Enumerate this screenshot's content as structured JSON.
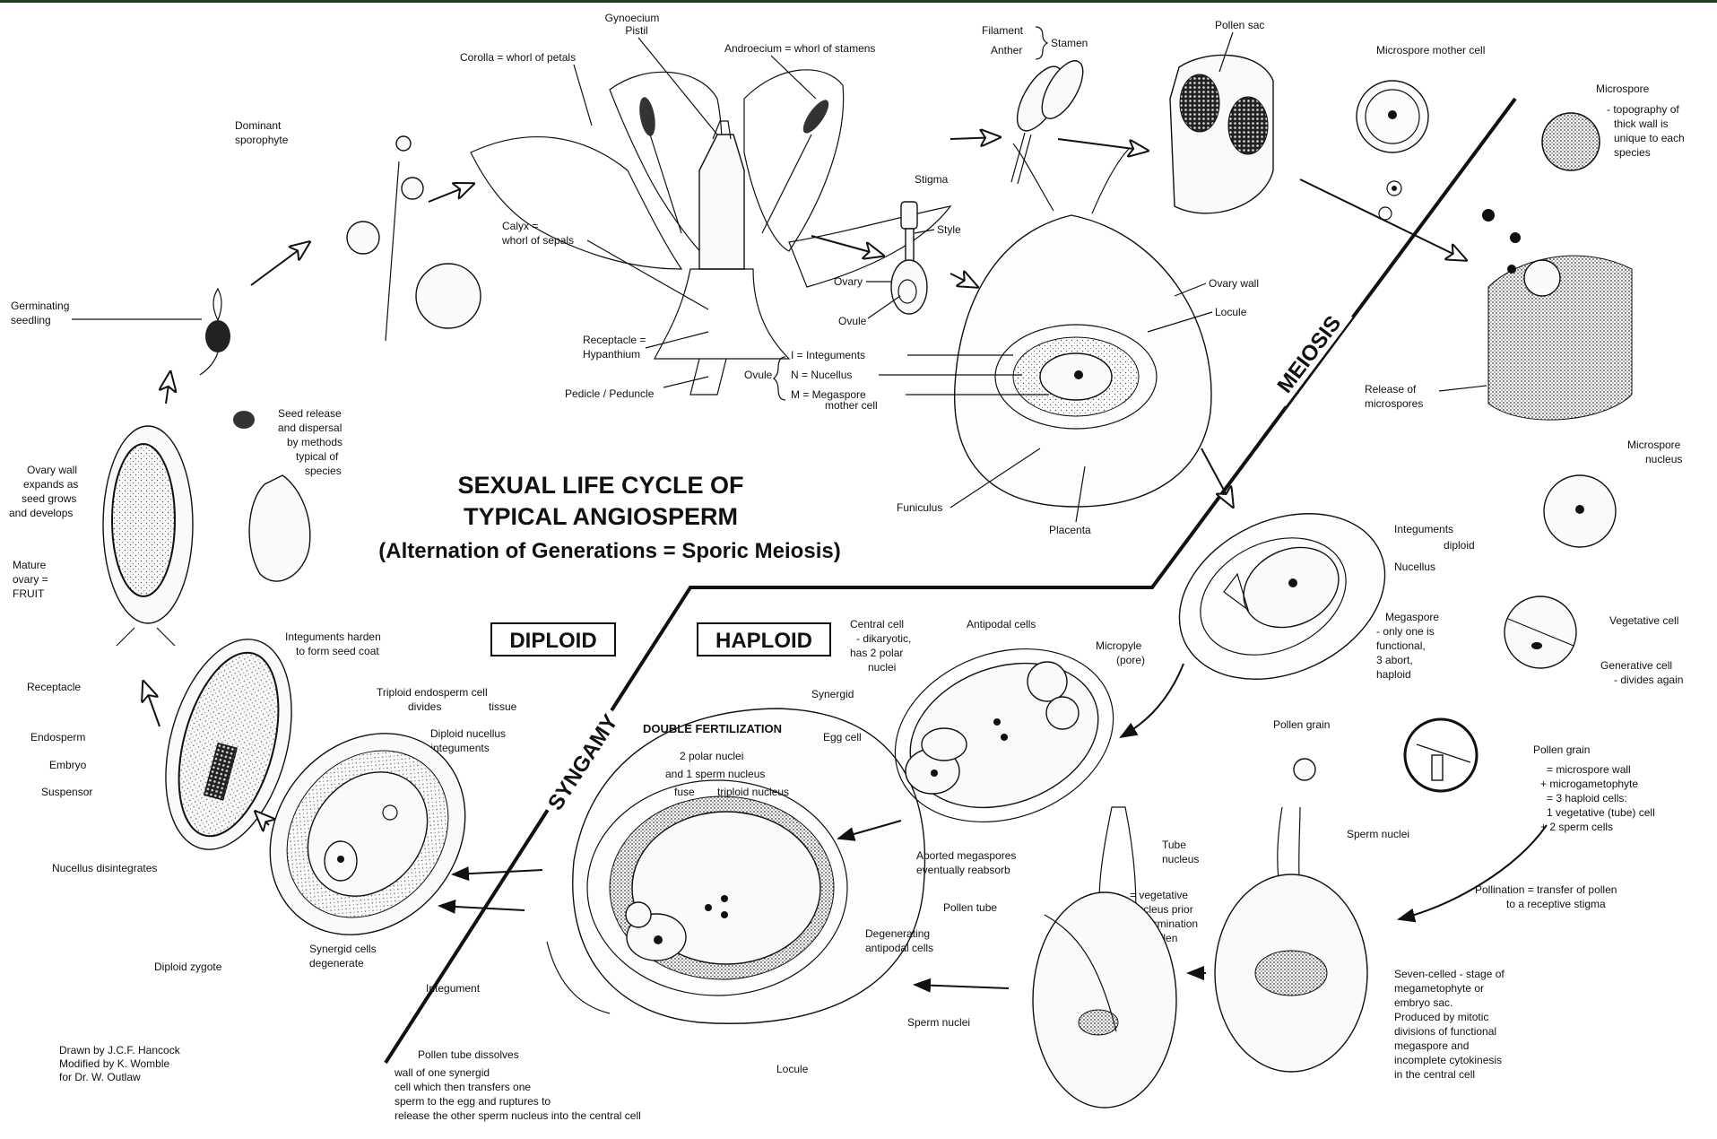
{
  "title": {
    "line1": "SEXUAL LIFE CYCLE OF",
    "line2": "TYPICAL ANGIOSPERM",
    "line3": "(Alternation of Generations = Sporic Meiosis)"
  },
  "regions": {
    "meiosis": "MEIOSIS",
    "syngamy": "SYNGAMY",
    "diploid": "DIPLOID",
    "haploid": "HAPLOID"
  },
  "flower_labels": {
    "gynoecium": "Gynoecium",
    "pistil": "Pistil",
    "androecium": "Androecium = whorl of stamens",
    "corolla": "Corolla = whorl of petals",
    "dominant1": "Dominant",
    "dominant2": "sporophyte",
    "calyx1": "Calyx =",
    "calyx2": "whorl of sepals",
    "receptacle1": "Receptacle =",
    "receptacle2": "Hypanthium",
    "pedicle": "Pedicle / Peduncle",
    "stigma": "Stigma",
    "style": "Style",
    "ovary": "Ovary",
    "ovule": "Ovule",
    "filament": "Filament",
    "anther": "Anther",
    "stamen": "Stamen",
    "pollen_sac": "Pollen sac",
    "mmc": "Microspore mother cell",
    "microspore": "Microspore",
    "micro_desc1": "- topography of",
    "micro_desc2": "thick wall is",
    "micro_desc3": "unique to each",
    "micro_desc4": "species",
    "release1": "Release of",
    "release2": "microspores"
  },
  "ovule_labels": {
    "ovule": "Ovule",
    "integuments": "I = Integuments",
    "nucellus": "N = Nucellus",
    "megaspore1": "M = Megaspore",
    "megaspore2": "mother cell",
    "ovary_wall": "Ovary wall",
    "locule": "Locule",
    "funiculus": "Funiculus",
    "placenta": "Placenta"
  },
  "left_labels": {
    "germinating1": "Germinating",
    "germinating2": "seedling",
    "seed1": "Seed release",
    "seed2": "and dispersal",
    "seed3": "by methods",
    "seed4": "typical of",
    "seed5": "species",
    "ovary_wall1": "Ovary wall",
    "ovary_wall2": "expands as",
    "ovary_wall3": "seed grows",
    "ovary_wall4": "and develops",
    "mature1": "Mature",
    "mature2": "ovary =",
    "mature3": "FRUIT",
    "receptacle": "Receptacle",
    "integ_harden1": "Integuments harden",
    "integ_harden2": "to form seed coat",
    "endosperm": "Endosperm",
    "embryo": "Embryo",
    "suspensor": "Suspensor",
    "nuc_dis": "Nucellus disintegrates",
    "triploid1": "Triploid endosperm cell",
    "triploid2": "divides",
    "triploid3": "tissue",
    "diploid_nuc1": "Diploid nucellus",
    "diploid_nuc2": "+ integuments",
    "diploid_zygote": "Diploid zygote",
    "synergid_deg1": "Synergid cells",
    "synergid_deg2": "degenerate",
    "credit1": "Drawn by J.C.F. Hancock",
    "credit2": "Modified by K. Womble",
    "credit3": "for Dr. W. Outlaw"
  },
  "fert_labels": {
    "double": "DOUBLE FERTILIZATION",
    "d1": "2 polar nuclei",
    "d2": "and 1 sperm nucleus",
    "d3": "fuse",
    "d4": "triploid nucleus",
    "integument": "Integument",
    "degen1": "Degenerating",
    "degen2": "antipodal cells",
    "locule": "Locule",
    "pt1": "Pollen tube dissolves",
    "pt2": "wall of one synergid",
    "pt3": "cell which then transfers one",
    "pt4": "sperm to the egg and ruptures to",
    "pt5": "release the other sperm nucleus into the central cell"
  },
  "embryo_sac_labels": {
    "central1": "Central cell",
    "central2": "- dikaryotic,",
    "central3": "has 2 polar",
    "central4": "nuclei",
    "antipodal": "Antipodal cells",
    "synergid": "Synergid",
    "egg": "Egg cell",
    "aborted1": "Aborted megaspores",
    "aborted2": "eventually reabsorb"
  },
  "megaspore_labels": {
    "integ": "Integuments",
    "diploid": "diploid",
    "nucellus": "Nucellus",
    "micropyle1": "Micropyle",
    "micropyle2": "(pore)",
    "mega1": "Megaspore",
    "mega2": "- only one is",
    "mega3": "functional,",
    "mega4": "3 abort,",
    "mega5": "haploid"
  },
  "pollen_labels": {
    "micro_nuc1": "Microspore",
    "micro_nuc2": "nucleus",
    "veg": "Vegetative cell",
    "gen1": "Generative cell",
    "gen2": "- divides again",
    "grain": "Pollen grain",
    "g1": "= microspore wall",
    "g2": "+ microgametophyte",
    "g3": "= 3 haploid cells:",
    "g4": "1 vegetative (tube) cell",
    "g5": "+ 2 sperm cells",
    "poll1": "Pollination = transfer of pollen",
    "poll2": "to a receptive stigma",
    "grain2": "Pollen grain",
    "sperm": "Sperm nuclei",
    "tube1": "Tube",
    "tube2": "nucleus",
    "veg_nuc1": "= vegetative",
    "veg_nuc2": "nucleus prior",
    "veg_nuc3": "to germination",
    "veg_nuc4": "of pollen",
    "pollen_tube": "Pollen tube",
    "sperm2": "Sperm nuclei",
    "seven1": "Seven-celled - stage of",
    "seven2": "megametophyte or",
    "seven3": "embryo sac.",
    "seven4": "Produced by mitotic",
    "seven5": "divisions of functional",
    "seven6": "megaspore and",
    "seven7": "incomplete cytokinesis",
    "seven8": "in the central cell"
  }
}
